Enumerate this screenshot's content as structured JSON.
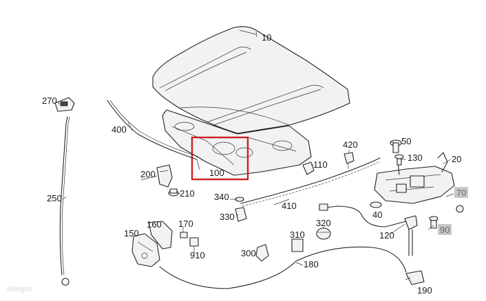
{
  "diagram": {
    "highlight_color": "#cc1f1f",
    "tag_background": "#c8c8c8",
    "watermark": "allegro"
  },
  "labels": {
    "p10": "10",
    "p20": "20",
    "p40": "40",
    "p50": "50",
    "p70": "70",
    "p90": "90",
    "p100": "100",
    "p110": "110",
    "p120": "120",
    "p130": "130",
    "p150": "150",
    "p160": "160",
    "p170": "170",
    "p180": "180",
    "p190": "190",
    "p200": "200",
    "p210": "210",
    "p250": "250",
    "p270": "270",
    "p300": "300",
    "p310": "310",
    "p320": "320",
    "p330": "330",
    "p340": "340",
    "p400": "400",
    "p410": "410",
    "p420": "420",
    "p910": "910"
  }
}
